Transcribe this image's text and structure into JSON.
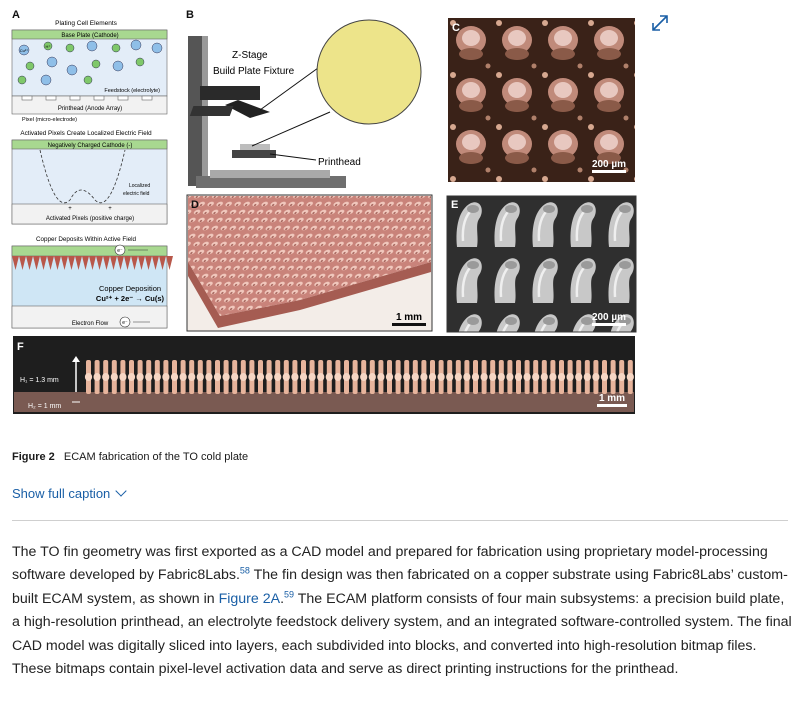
{
  "figure": {
    "panel_labels": {
      "a": "A",
      "b": "B",
      "c": "C",
      "d": "D",
      "e": "E",
      "f": "F"
    },
    "panel_a": {
      "title": "Plating Cell Elements",
      "base_plate": "Base Plate (Cathode)",
      "feedstock": "Feedstock (electrolyte)",
      "printhead": "Printhead (Anode Array)",
      "pixel": "Pixel (micro-electrode)",
      "field_title": "Activated Pixels Create Localized Electric Field",
      "cathode": "Negatively Charged Cathode (-)",
      "localized": "Localized",
      "electric_field": "electric field",
      "activated": "Activated Pixels (positive charge)",
      "deposit_title": "Copper Deposits Within Active Field",
      "deposition": "Copper Deposition",
      "equation": "Cu²⁺ + 2e⁻ → Cu(s)",
      "electron_flow": "Electron Flow",
      "electron": "e⁻",
      "ion_cu": "Cu²⁺",
      "ion_h": "H⁺",
      "plus": "+"
    },
    "panel_b": {
      "zstage": "Z-Stage",
      "fixture": "Build Plate Fixture",
      "printhead": "Printhead"
    },
    "panel_c": {
      "scale": "200 µm"
    },
    "panel_d": {
      "scale": "1 mm"
    },
    "panel_e": {
      "scale": "200 µm"
    },
    "panel_f": {
      "h1": "H₁ = 1.3 mm",
      "h2": "H₂ = 1 mm",
      "scale": "1 mm"
    }
  },
  "caption": {
    "label": "Figure 2",
    "text": "ECAM fabrication of the TO cold plate"
  },
  "show_caption": "Show full caption",
  "paragraph": {
    "t1": "The TO fin geometry was first exported as a CAD model and prepared for fabrication using proprietary model-processing software developed by Fabric8Labs.",
    "ref1": "58",
    "t2": " The fin design was then fabricated on a copper substrate using Fabric8Labs’ custom-built ECAM system, as shown in ",
    "link": "Figure 2A",
    "t3": ".",
    "ref2": "59",
    "t4": " The ECAM platform consists of four main subsystems: a precision build plate, a high-resolution printhead, an electrolyte feedstock delivery system, and an integrated software-controlled system. The final CAD model was digitally sliced into layers, each subdivided into blocks, and converted into high-resolution bitmap files. These bitmaps contain pixel-level activation data and serve as direct printing instructions for the printhead."
  }
}
